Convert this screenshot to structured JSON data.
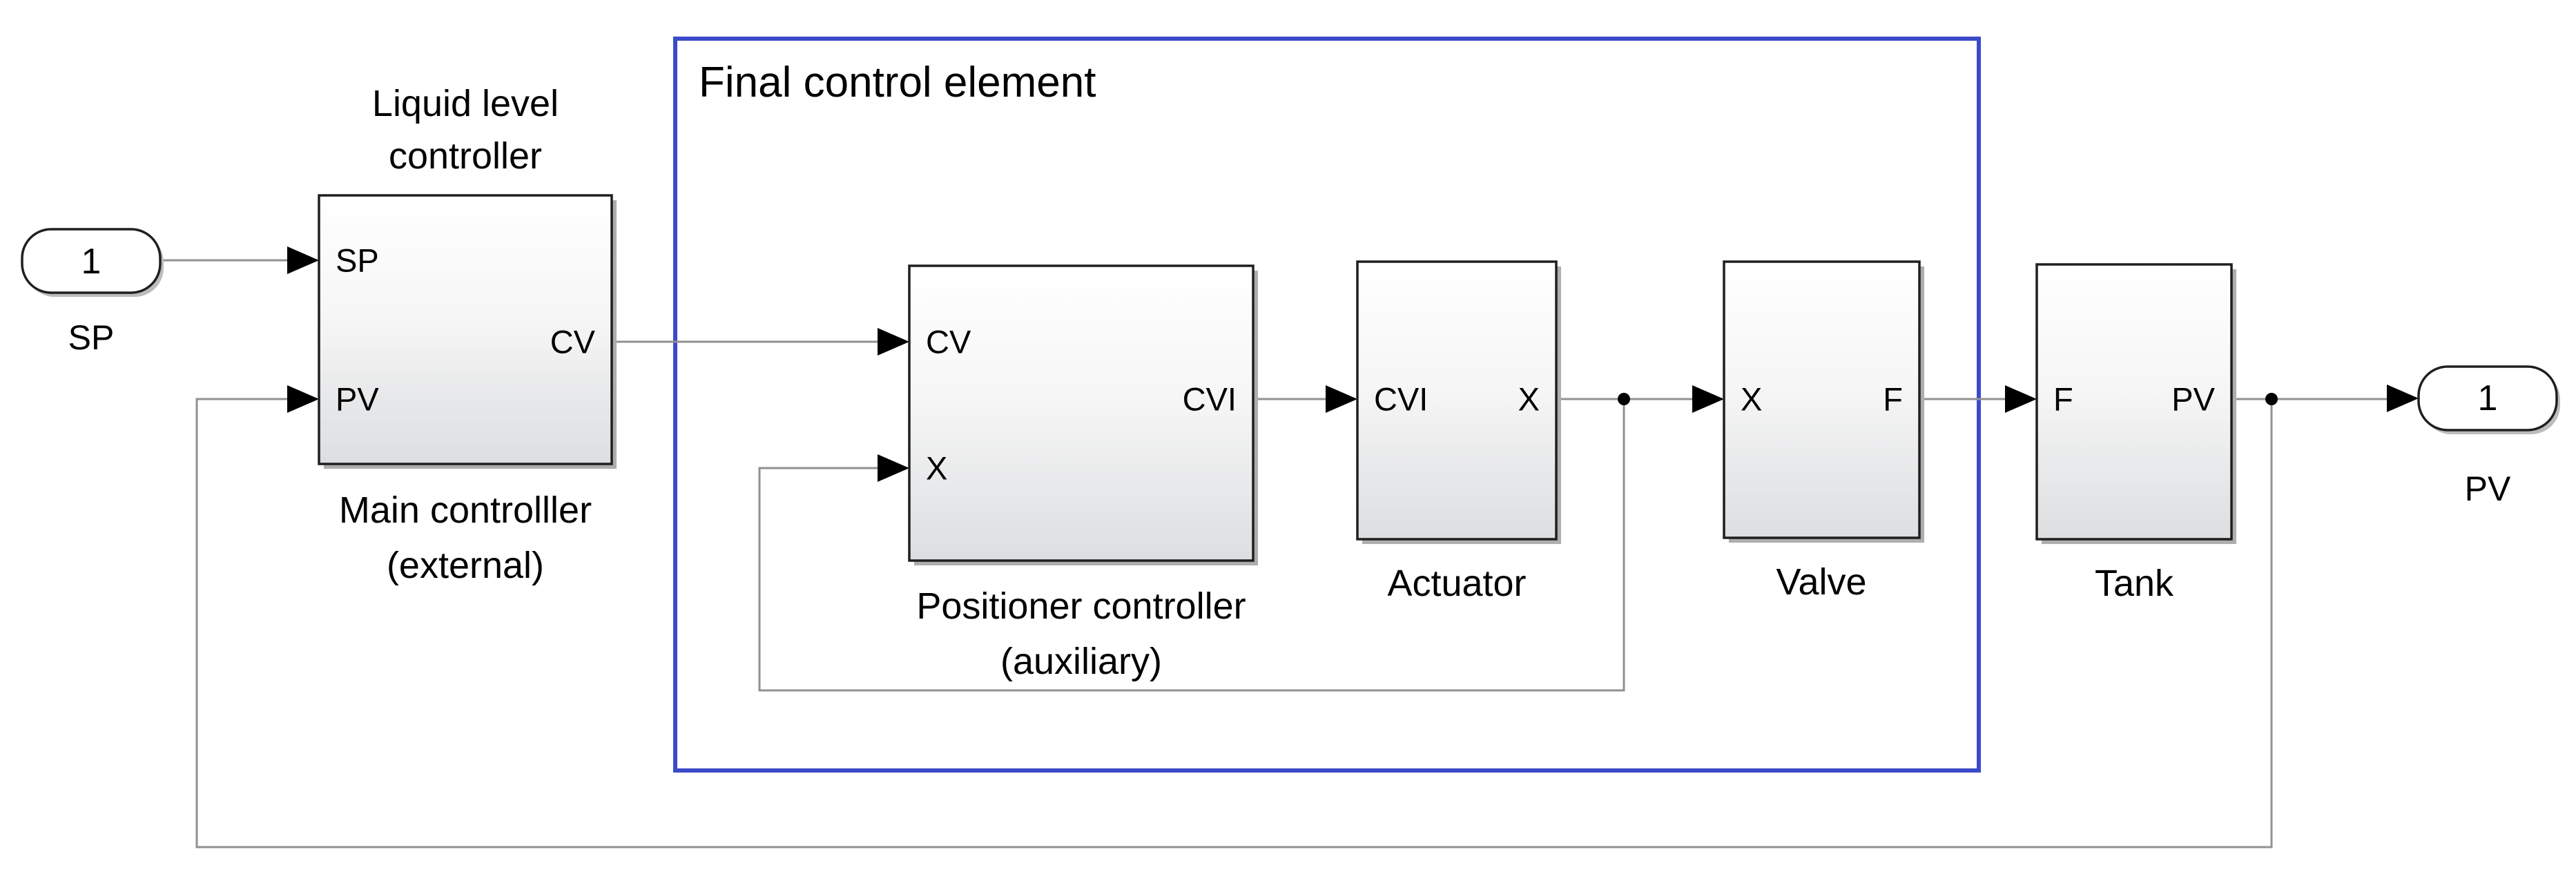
{
  "colors": {
    "background": "#ffffff",
    "area_border": "#3b4ac9",
    "area_title": "#5e5e5e",
    "wire": "#919191",
    "block_border": "#1f1f1f",
    "block_fill_top": "#ffffff",
    "block_fill_mid": "#f6f6f6",
    "block_fill_bottom": "#dcdee0",
    "shadow": "#aeaeae",
    "text": "#000000"
  },
  "area": {
    "title": "Final control element"
  },
  "inport": {
    "number": "1",
    "name": "SP"
  },
  "outport": {
    "number": "1",
    "name": "PV"
  },
  "blocks": {
    "main": {
      "annotation_line1": "Liquid level",
      "annotation_line2": "controller",
      "port_in1": "SP",
      "port_in2": "PV",
      "port_out1": "CV",
      "caption_line1": "Main controlller",
      "caption_line2": "(external)"
    },
    "positioner": {
      "port_in1": "CV",
      "port_in2": "X",
      "port_out1": "CVI",
      "caption_line1": "Positioner controller",
      "caption_line2": "(auxiliary)"
    },
    "actuator": {
      "port_in1": "CVI",
      "port_out1": "X",
      "caption": "Actuator"
    },
    "valve": {
      "port_in1": "X",
      "port_out1": "F",
      "caption": "Valve"
    },
    "tank": {
      "port_in1": "F",
      "port_out1": "PV",
      "caption": "Tank"
    }
  }
}
